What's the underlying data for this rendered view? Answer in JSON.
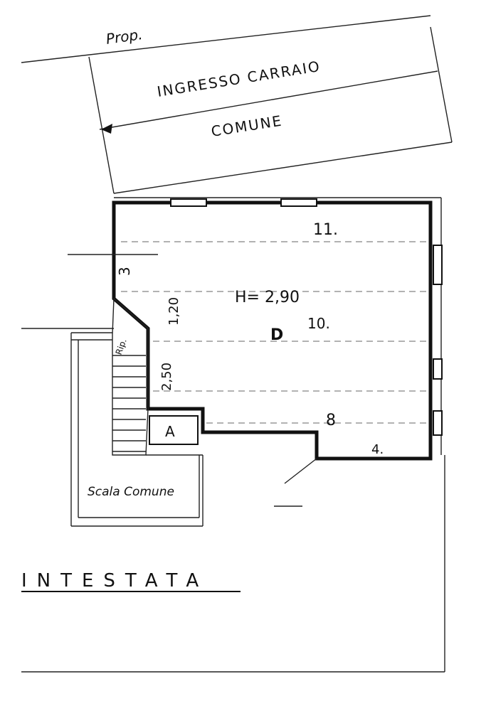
{
  "drawing": {
    "owner_note": "Prop.",
    "driveway_line1": "INGRESSO CARRAIO",
    "driveway_line2": "COMUNE",
    "height_label": "H= 2,90",
    "dim_11": "11.",
    "dim_10": "10.",
    "dim_8": "8",
    "dim_4": "4.",
    "dim_3": "3",
    "dim_120": "1,20",
    "dim_250": "2,50",
    "ripost_label": "Rip.",
    "room_label": "D",
    "box_label": "A",
    "stair_label": "Scala Comune",
    "header_label": "INTESTATA"
  }
}
